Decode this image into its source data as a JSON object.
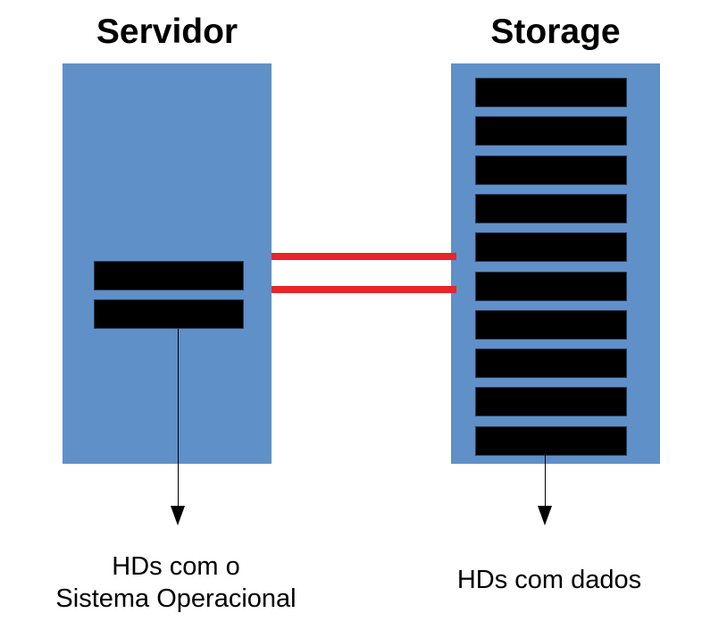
{
  "server": {
    "title": "Servidor",
    "caption_line1": "HDs com o",
    "caption_line2": "Sistema Operacional",
    "disk_count": 2
  },
  "storage": {
    "title": "Storage",
    "caption": "HDs com dados",
    "disk_count": 10
  },
  "colors": {
    "box_fill": "#6090c8",
    "disk_fill": "#000000",
    "link": "#e8242c",
    "arrow": "#000000"
  }
}
